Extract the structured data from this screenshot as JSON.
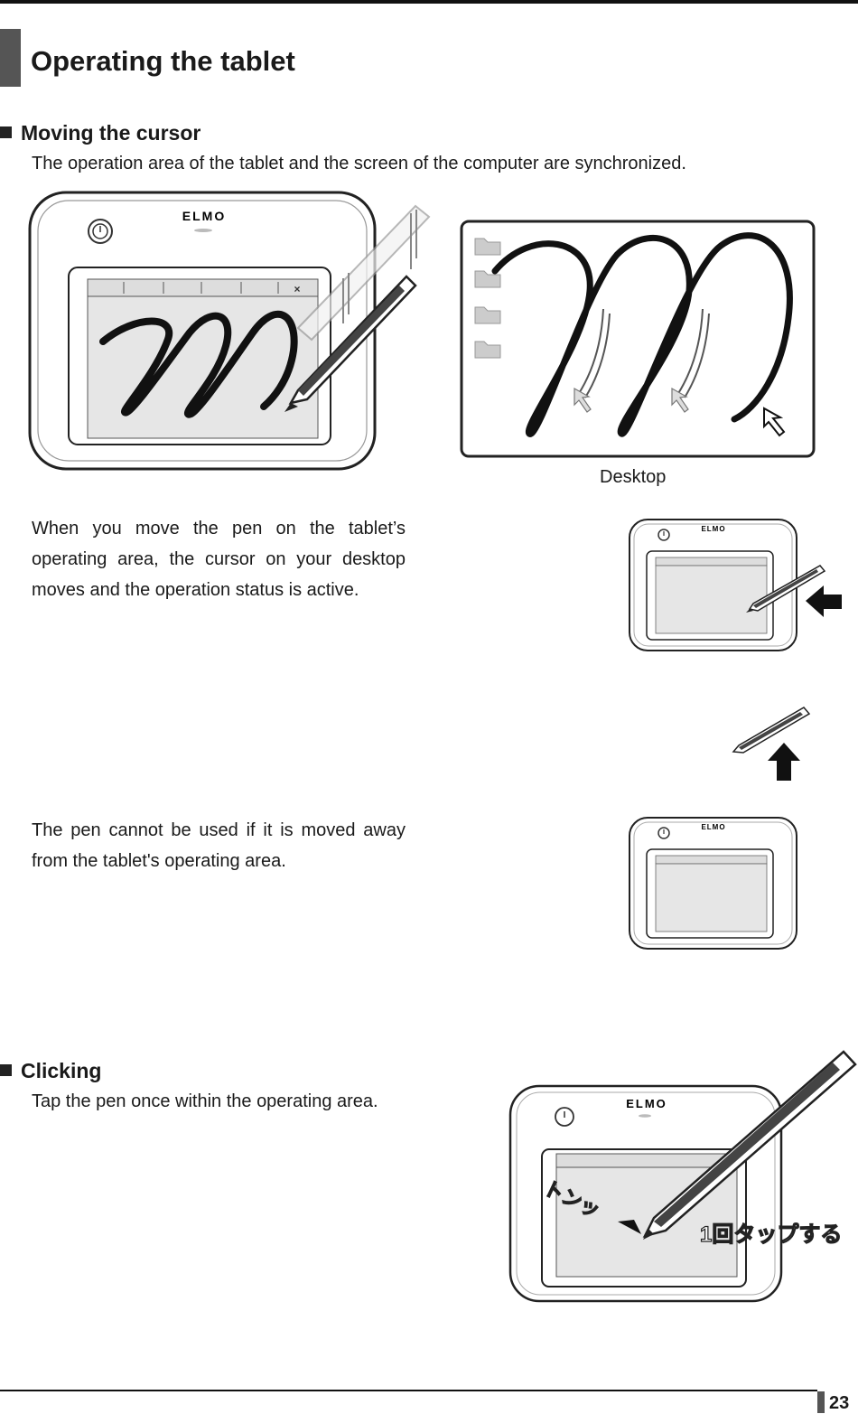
{
  "page": {
    "title": "Operating the tablet",
    "page_number": "23"
  },
  "moving_cursor": {
    "heading": "Moving the cursor",
    "intro": "The operation area of the tablet and the screen of the computer are synchronized.",
    "desktop_caption": "Desktop",
    "active_text": "When you move the pen on the tablet’s operating area, the cursor on your desktop moves and the operation status is active.",
    "inactive_text": "The pen cannot be used if it is moved away from the tablet's operating area."
  },
  "clicking": {
    "heading": "Clicking",
    "text": "Tap the pen once within the operating area.",
    "tap_sound": "トンッ",
    "tap_label": "1回タップする"
  },
  "device": {
    "brand": "ELMO"
  },
  "icons": [
    "power-icon",
    "folder-icon",
    "cursor-arrow-icon",
    "pen-icon",
    "arrow-left-icon",
    "arrow-up-icon",
    "toolbar-close-icon"
  ]
}
